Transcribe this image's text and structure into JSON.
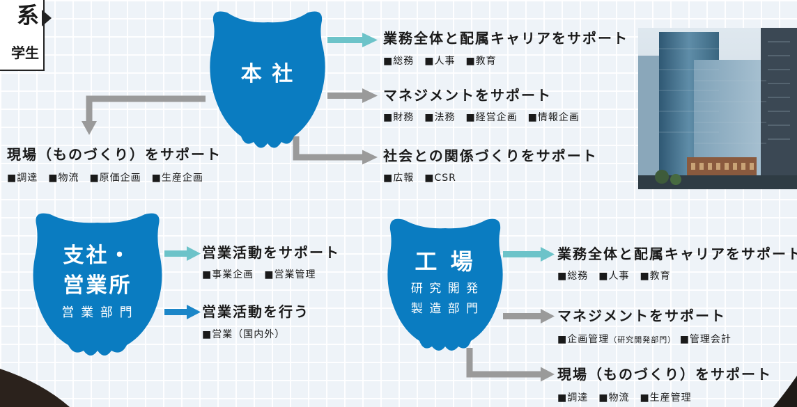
{
  "badge": {
    "title": "系",
    "subtitle": "学生"
  },
  "head_office": {
    "title": "本 社",
    "branches": [
      {
        "heading": "業務全体と配属キャリアをサポート",
        "items": "■総務　■人事　■教育"
      },
      {
        "heading": "マネジメントをサポート",
        "items": "■財務　■法務　■経営企画　■情報企画"
      },
      {
        "heading": "社会との関係づくりをサポート",
        "items": "■広報　■CSR"
      },
      {
        "heading": "現場（ものづくり）をサポート",
        "items": "■調達　■物流　■原価企画　■生産企画"
      }
    ]
  },
  "branch_office": {
    "title_line1": "支社・",
    "title_line2": "営業所",
    "subtitle": "営 業 部 門",
    "branches": [
      {
        "heading": "営業活動をサポート",
        "items": "■事業企画　■営業管理"
      },
      {
        "heading": "営業活動を行う",
        "items": "■営業（国内外）"
      }
    ]
  },
  "factory": {
    "title": "工 場",
    "subtitle_line1": "研 究 開 発",
    "subtitle_line2": "製 造 部 門",
    "branches": [
      {
        "heading": "業務全体と配属キャリアをサポート",
        "items": "■総務　■人事　■教育"
      },
      {
        "heading": "マネジメントをサポート",
        "items_main": "■企画管理",
        "items_note": "（研究開発部門）",
        "items_tail": "■管理会計"
      },
      {
        "heading": "現場（ものづくり）をサポート",
        "items": "■調達　■物流　■生産管理"
      }
    ]
  },
  "colors": {
    "blob": "#0a7cc1",
    "arrow_teal": "#6cc3c9",
    "arrow_gray": "#9a9a9a",
    "arrow_blue": "#1b86c8"
  }
}
